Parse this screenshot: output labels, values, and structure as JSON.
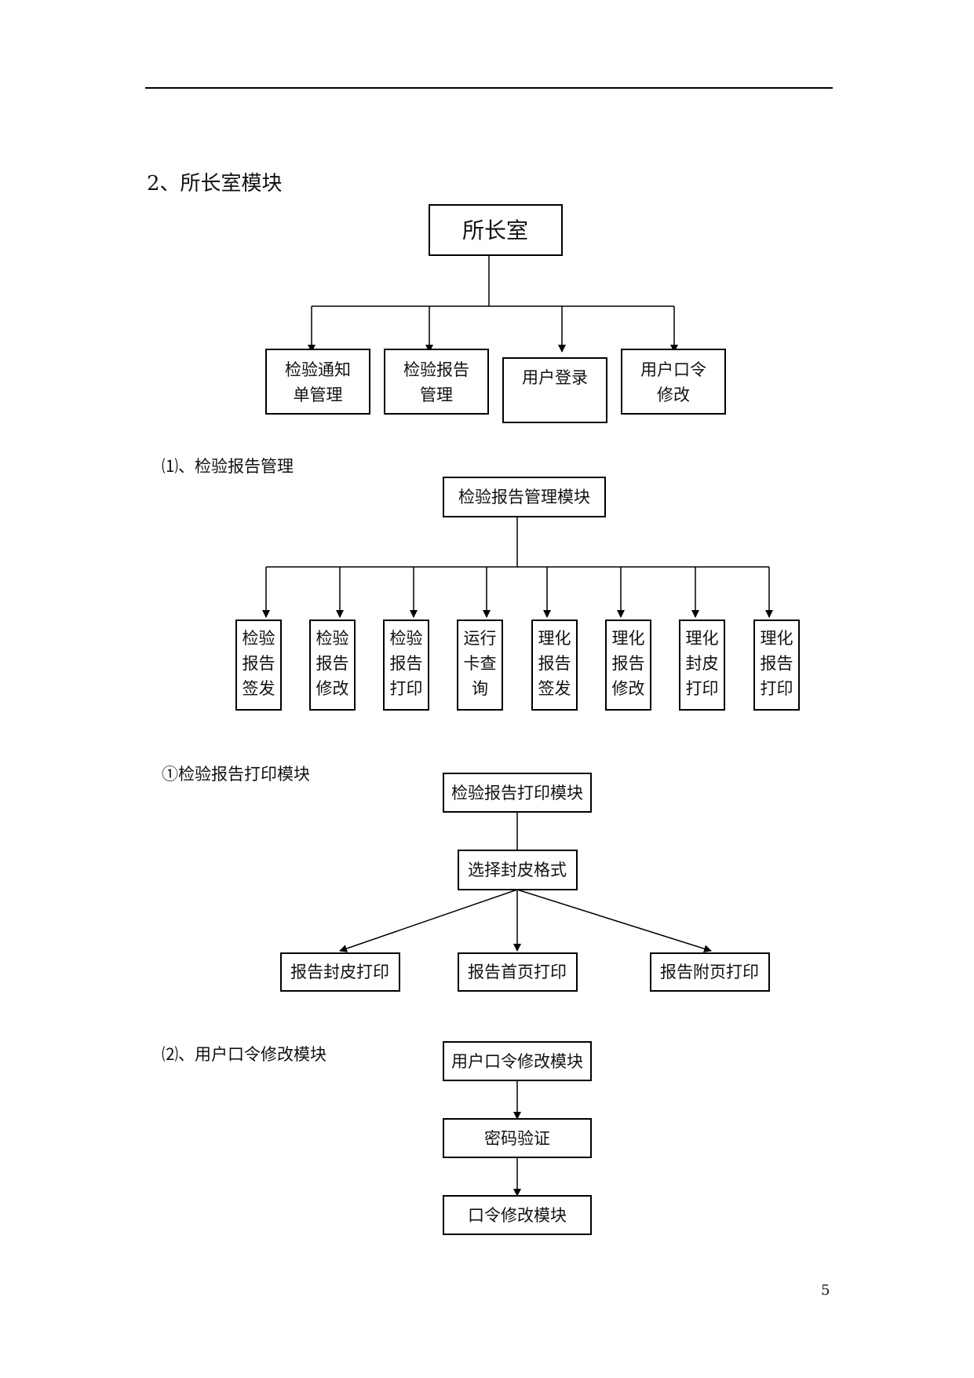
{
  "section_title": "2、所长室模块",
  "sub_headings": {
    "report_management": "⑴、检验报告管理",
    "print_module": "①检验报告打印模块",
    "password_module": "⑵、用户口令修改模块"
  },
  "page_number": "5",
  "diagram1": {
    "root": "所长室",
    "children": [
      [
        "检验通知",
        "单管理"
      ],
      [
        "检验报告",
        "管理"
      ],
      [
        "用户登录"
      ],
      [
        "用户口令",
        "修改"
      ]
    ]
  },
  "diagram2": {
    "root": "检验报告管理模块",
    "children": [
      [
        "检验",
        "报告",
        "签发"
      ],
      [
        "检验",
        "报告",
        "修改"
      ],
      [
        "检验",
        "报告",
        "打印"
      ],
      [
        "运行",
        "卡查",
        "询"
      ],
      [
        "理化",
        "报告",
        "签发"
      ],
      [
        "理化",
        "报告",
        "修改"
      ],
      [
        "理化",
        "封皮",
        "打印"
      ],
      [
        "理化",
        "报告",
        "打印"
      ]
    ]
  },
  "diagram3": {
    "root": "检验报告打印模块",
    "middle": "选择封皮格式",
    "children": [
      "报告封皮打印",
      "报告首页打印",
      "报告附页打印"
    ]
  },
  "diagram4": {
    "steps": [
      "用户口令修改模块",
      "密码验证",
      "口令修改模块"
    ]
  }
}
